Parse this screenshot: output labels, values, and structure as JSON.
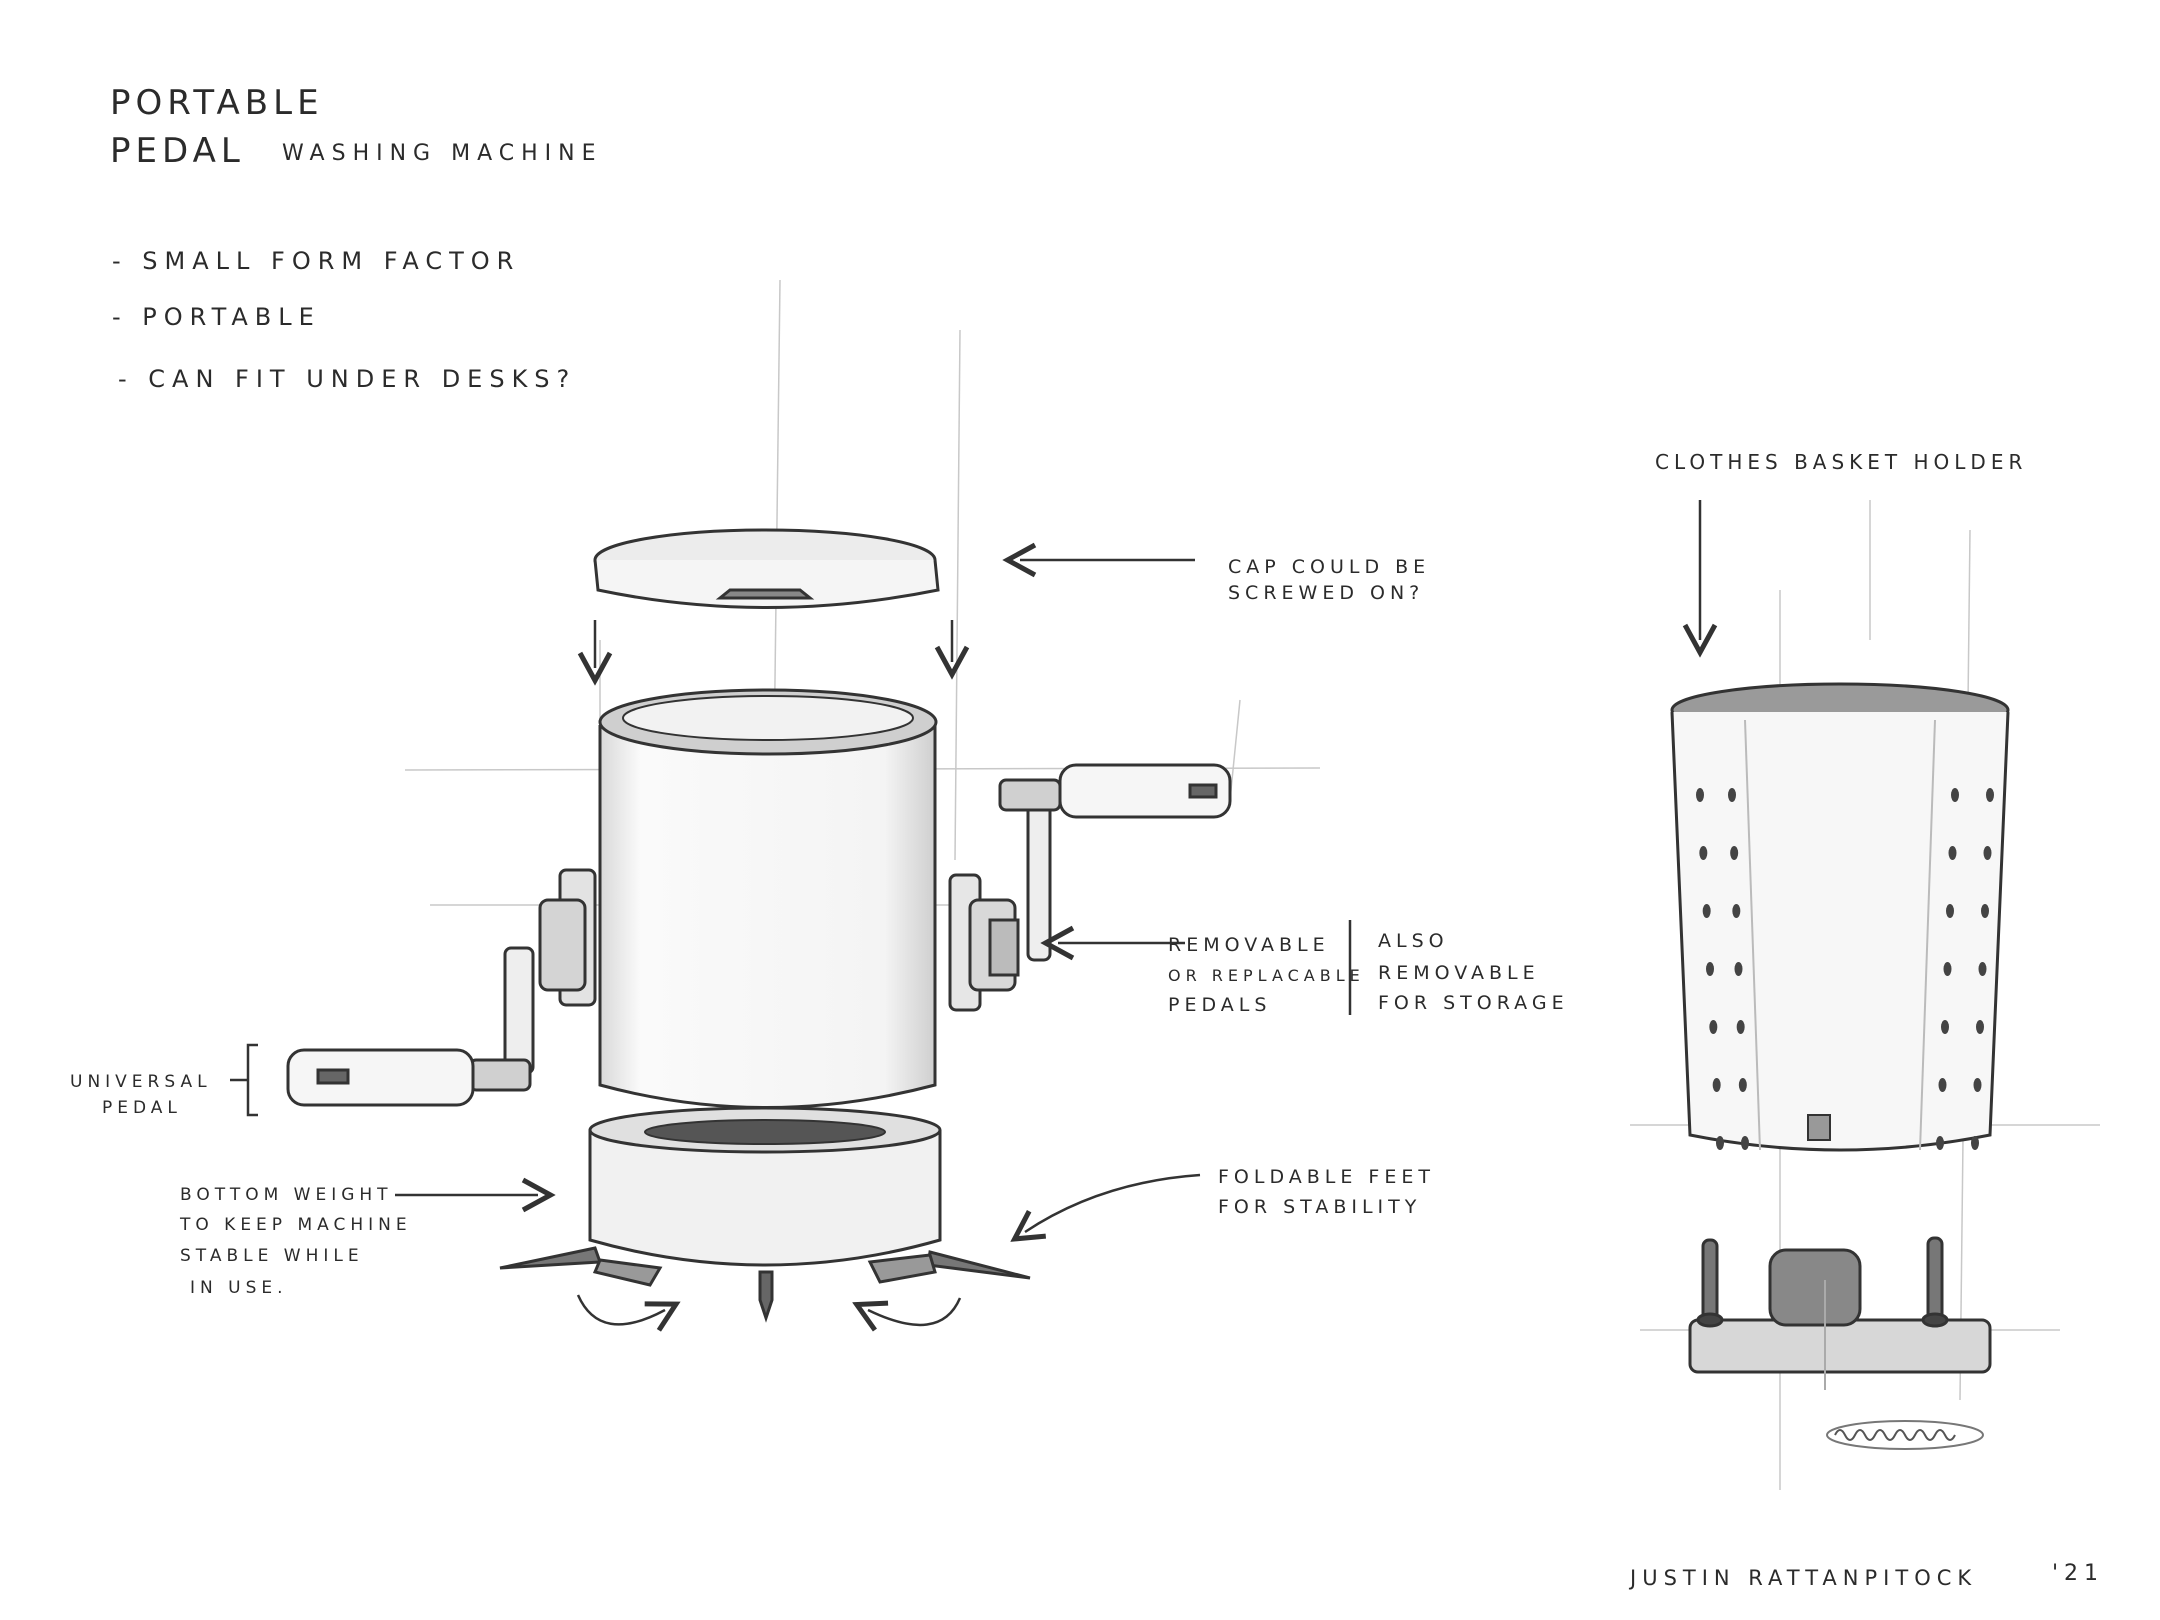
{
  "title": {
    "line1": "Portable",
    "line2_big": "Pedal",
    "line2_small": "washing machine"
  },
  "features": [
    "- Small form factor",
    "- Portable",
    "- Can fit under desks?"
  ],
  "annotations": {
    "cap": [
      "Cap could be",
      "screwed on?"
    ],
    "pedals": [
      "Removable",
      "or replacable",
      "pedals"
    ],
    "also": [
      "Also",
      "removable",
      "for storage"
    ],
    "universal": [
      "Universal",
      "pedal"
    ],
    "bottom": [
      "Bottom weight",
      "to keep machine",
      "stable while",
      "in use."
    ],
    "feet": [
      "Foldable feet",
      "for stability"
    ],
    "basket": "Clothes basket holder"
  },
  "signature": {
    "name": "Justin Rattanpitock",
    "year": "'21"
  }
}
